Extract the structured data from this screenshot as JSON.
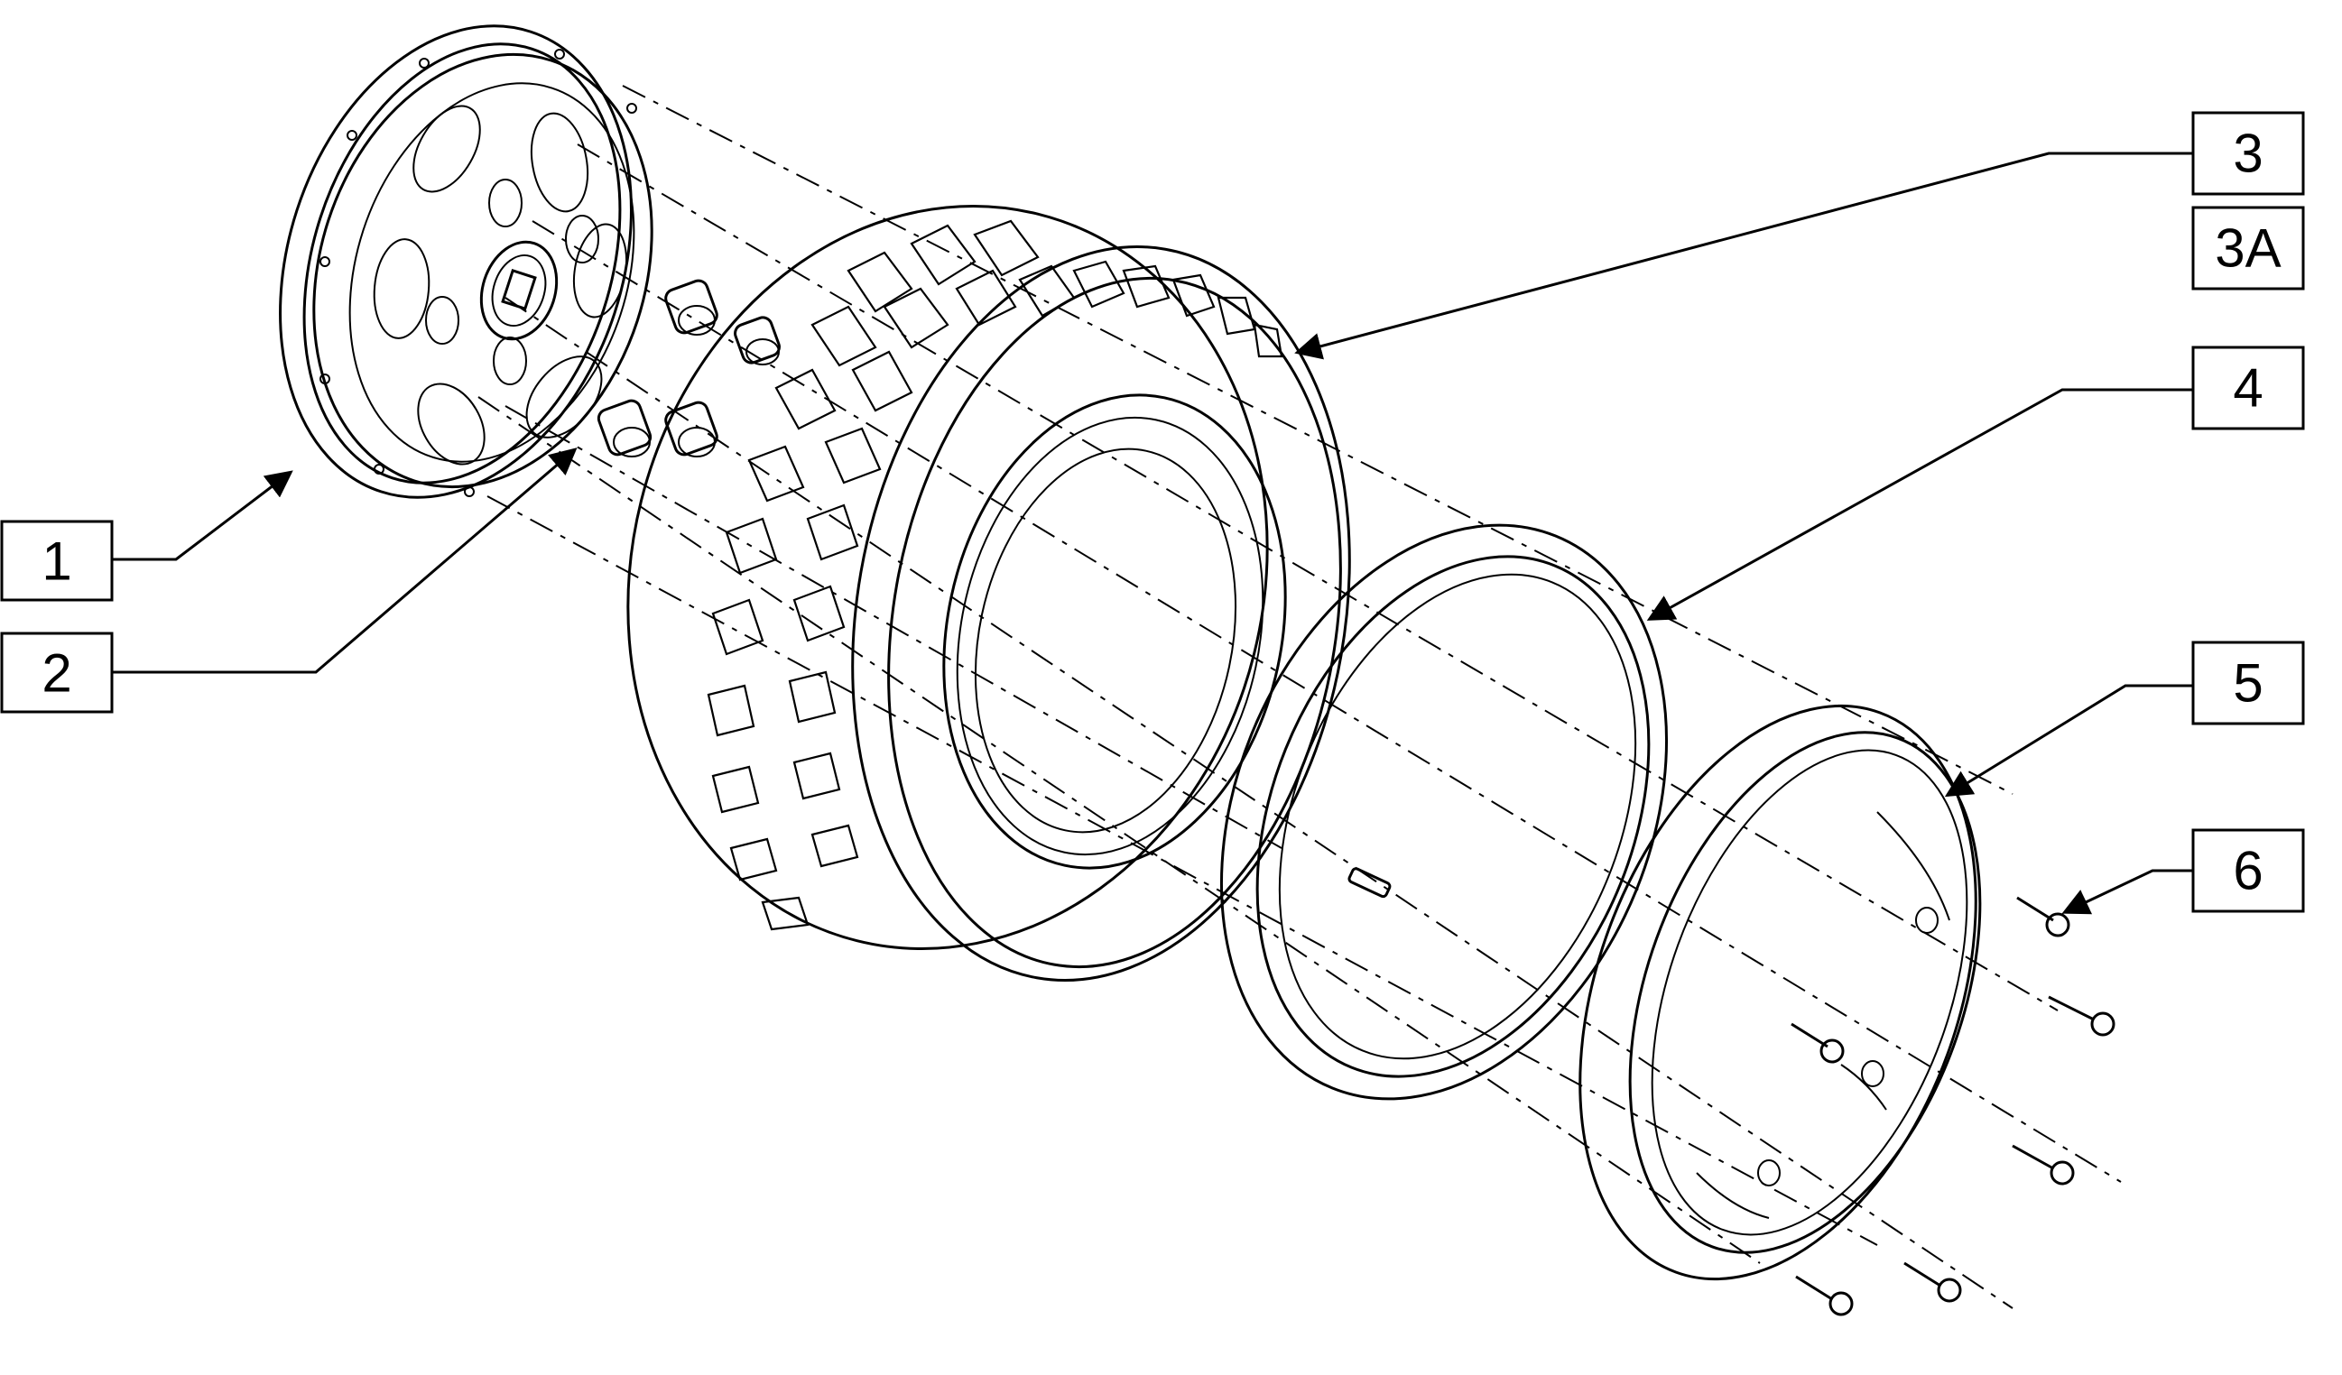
{
  "callouts": [
    {
      "id": "1",
      "label": "1",
      "part": "hub"
    },
    {
      "id": "2",
      "label": "2",
      "part": "lug-nut"
    },
    {
      "id": "3",
      "label": "3",
      "part": "tire"
    },
    {
      "id": "3A",
      "label": "3A",
      "part": "tire"
    },
    {
      "id": "4",
      "label": "4",
      "part": "inner-tube"
    },
    {
      "id": "5",
      "label": "5",
      "part": "rim-half"
    },
    {
      "id": "6",
      "label": "6",
      "part": "bolt"
    }
  ],
  "colors": {
    "line": "#000000",
    "background": "#ffffff"
  }
}
